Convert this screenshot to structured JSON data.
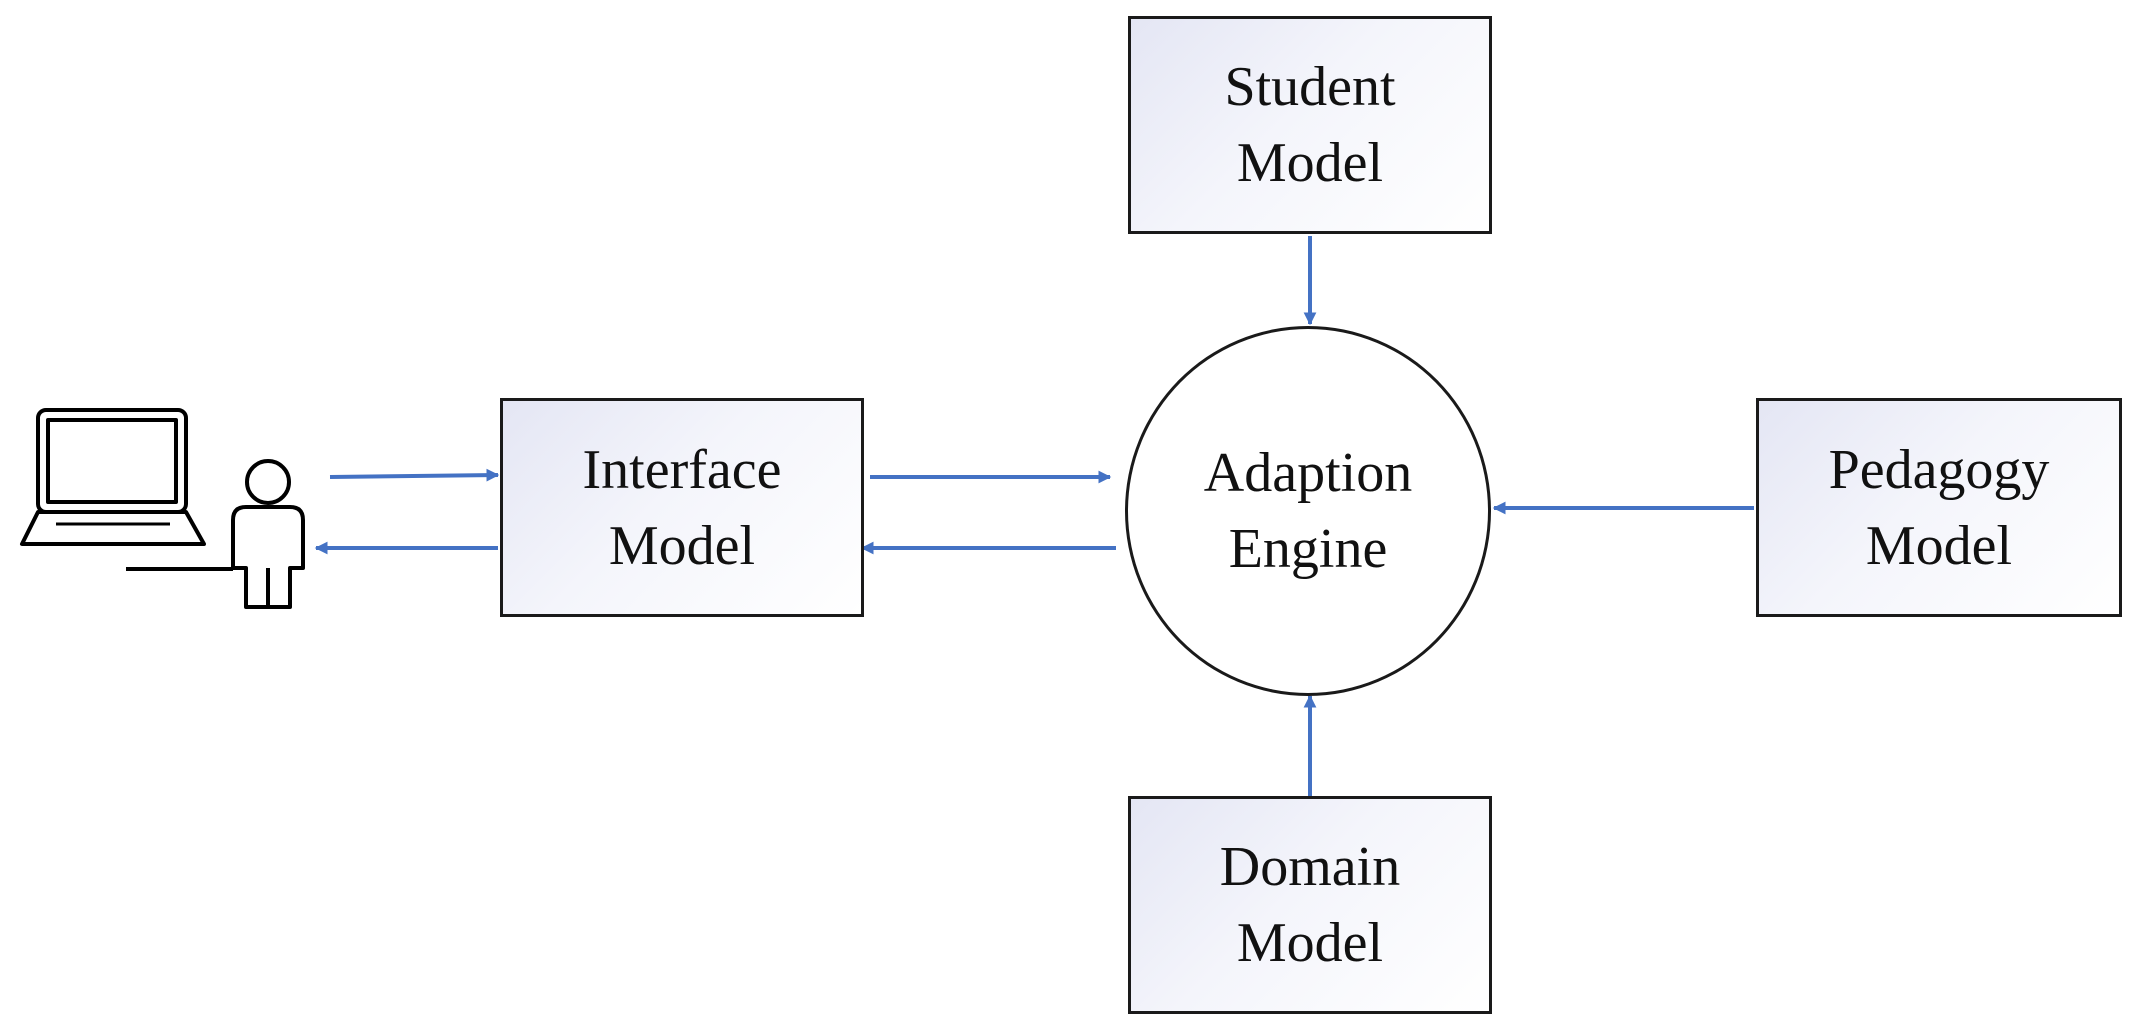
{
  "diagram": {
    "colors": {
      "arrow": "#4472C4",
      "outline": "#1a1a1a",
      "box_fill_start": "#e4e6f4",
      "box_fill_end": "#ffffff",
      "text": "#111111"
    },
    "icons": {
      "user": "person-icon",
      "computer": "laptop-icon"
    },
    "nodes": {
      "student_model": {
        "line1": "Student",
        "line2": "Model"
      },
      "interface_model": {
        "line1": "Interface",
        "line2": "Model"
      },
      "adaption_engine": {
        "line1": "Adaption",
        "line2": "Engine"
      },
      "pedagogy_model": {
        "line1": "Pedagogy",
        "line2": "Model"
      },
      "domain_model": {
        "line1": "Domain",
        "line2": "Model"
      }
    },
    "edges": [
      {
        "from": "user",
        "to": "interface_model"
      },
      {
        "from": "interface_model",
        "to": "user"
      },
      {
        "from": "interface_model",
        "to": "adaption_engine"
      },
      {
        "from": "adaption_engine",
        "to": "interface_model"
      },
      {
        "from": "student_model",
        "to": "adaption_engine"
      },
      {
        "from": "pedagogy_model",
        "to": "adaption_engine"
      },
      {
        "from": "domain_model",
        "to": "adaption_engine"
      }
    ]
  }
}
